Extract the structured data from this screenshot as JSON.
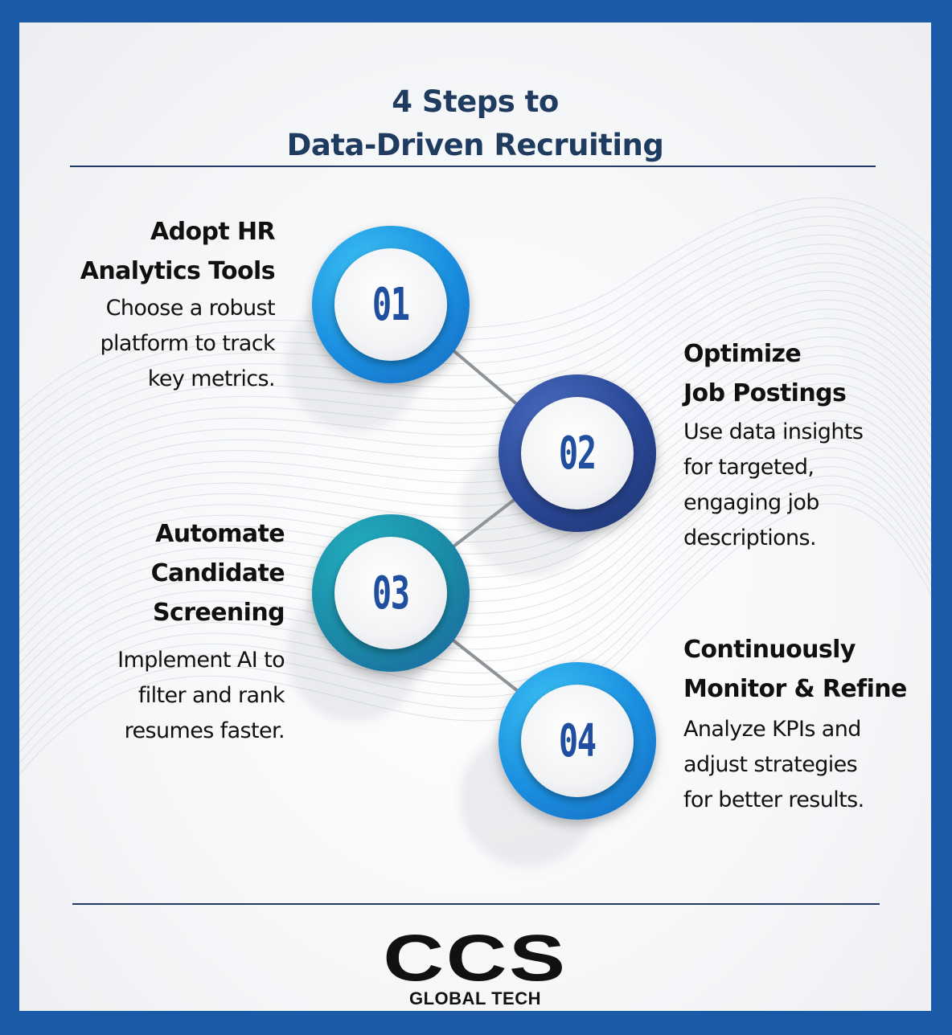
{
  "header": {
    "title_line1": "4 Steps to",
    "title_line2": "Data-Driven Recruiting"
  },
  "steps": [
    {
      "number": "01",
      "title": [
        "Adopt HR",
        "Analytics Tools"
      ],
      "description": [
        "Choose a robust",
        "platform to track",
        "key metrics."
      ],
      "ring_color": "#1e9be6"
    },
    {
      "number": "02",
      "title": [
        "Optimize",
        "Job Postings"
      ],
      "description": [
        "Use data insights",
        "for targeted,",
        "engaging job",
        "descriptions."
      ],
      "ring_color": "#27448f"
    },
    {
      "number": "03",
      "title": [
        "Automate",
        "Candidate",
        "Screening"
      ],
      "description": [
        "Implement AI to",
        "filter and rank",
        "resumes faster."
      ],
      "ring_color": "#1a8ba3"
    },
    {
      "number": "04",
      "title": [
        "Continuously",
        "Monitor & Refine"
      ],
      "description": [
        "Analyze KPIs and",
        "adjust strategies",
        "for better results."
      ],
      "ring_color": "#1e9be6"
    }
  ],
  "footer": {
    "logo_main": "CCS",
    "logo_sub": "GLOBAL TECH"
  },
  "colors": {
    "frame": "#1b5aa6",
    "title": "#1f3b5f",
    "number": "#1f4f9e"
  }
}
